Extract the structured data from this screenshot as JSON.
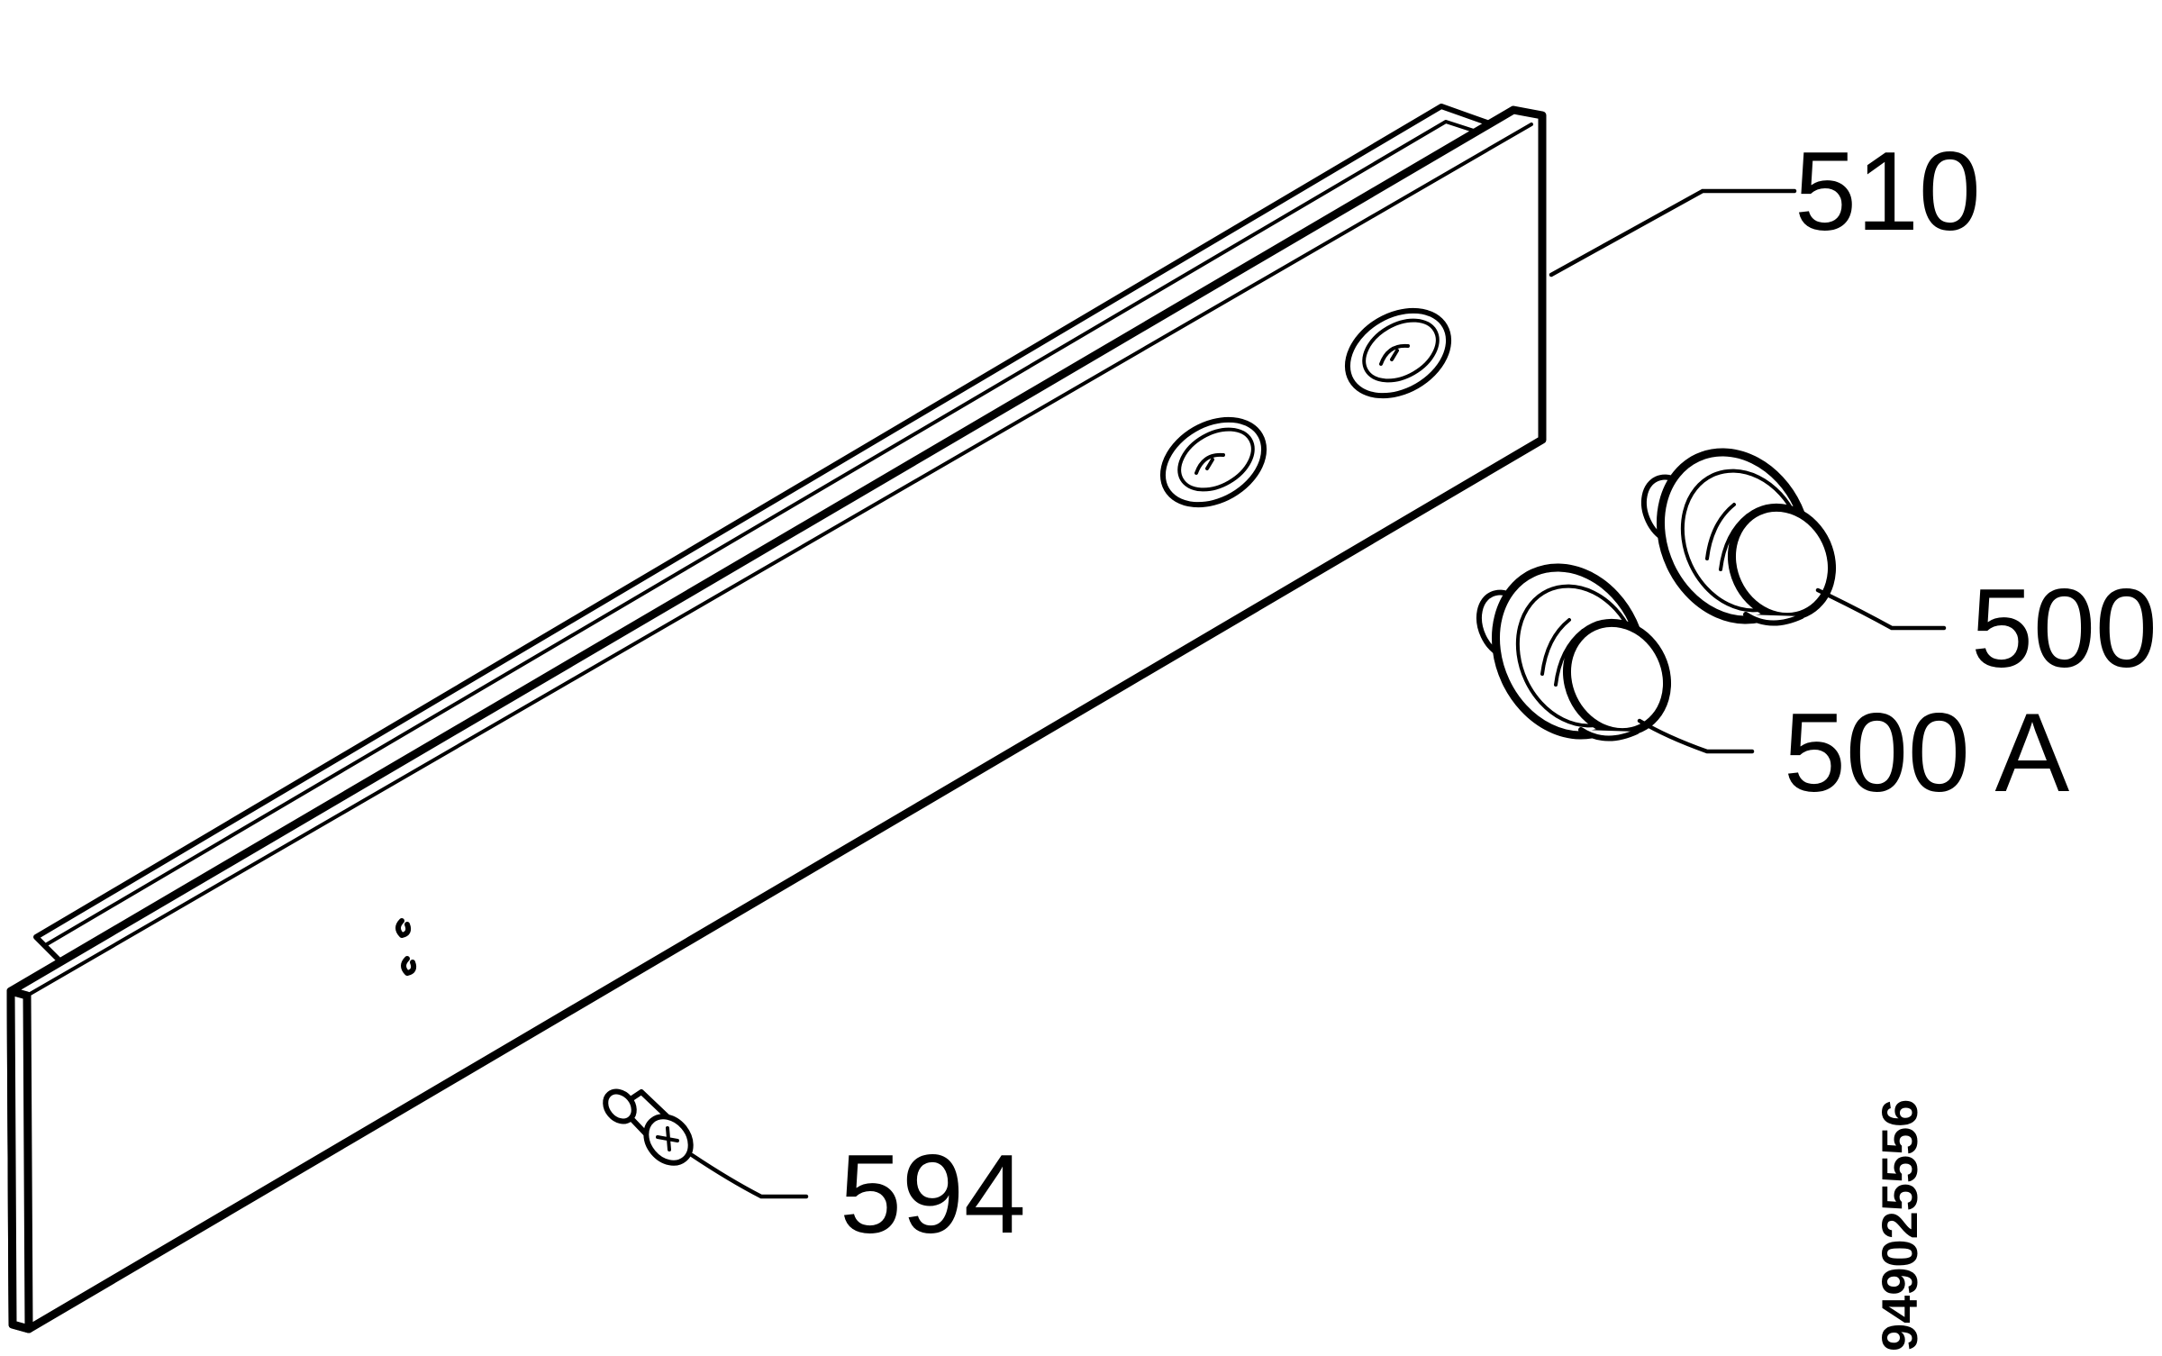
{
  "callouts": {
    "panel": "510",
    "knob": "500",
    "knob_alt": "500 A",
    "screw": "594"
  },
  "document_number": "949025556"
}
